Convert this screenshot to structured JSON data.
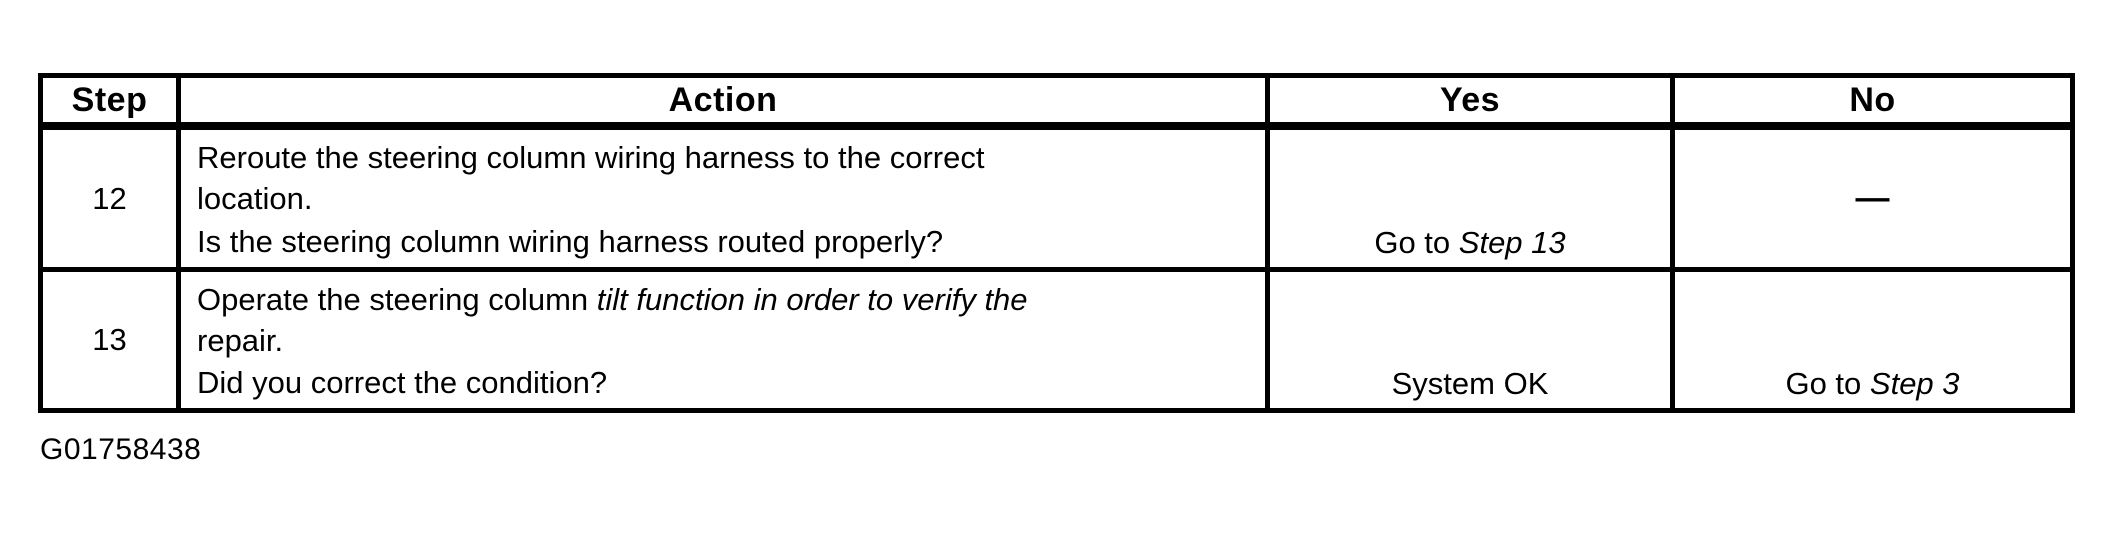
{
  "table": {
    "headers": [
      "Step",
      "Action",
      "Yes",
      "No"
    ],
    "rows": [
      {
        "step": "12",
        "action": {
          "paragraphs": [
            {
              "lines": [
                [
                  {
                    "t": "Reroute the steering column wiring harness to the correct",
                    "i": false
                  }
                ],
                [
                  {
                    "t": "location.",
                    "i": false
                  }
                ]
              ]
            },
            {
              "lines": [
                [
                  {
                    "t": "Is the steering column wiring harness routed properly?",
                    "i": false
                  }
                ]
              ]
            }
          ]
        },
        "yes": [
          {
            "t": "Go to ",
            "i": false
          },
          {
            "t": "Step 13",
            "i": true
          }
        ],
        "no": [
          {
            "t": "—",
            "i": false
          }
        ]
      },
      {
        "step": "13",
        "action": {
          "paragraphs": [
            {
              "lines": [
                [
                  {
                    "t": "Operate the steering column ",
                    "i": false
                  },
                  {
                    "t": "tilt function in order to verify the",
                    "i": true
                  }
                ],
                [
                  {
                    "t": "repair.",
                    "i": false
                  }
                ]
              ]
            },
            {
              "lines": [
                [
                  {
                    "t": "Did you correct the condition?",
                    "i": false
                  }
                ]
              ]
            }
          ]
        },
        "yes": [
          {
            "t": "System OK",
            "i": false
          }
        ],
        "no": [
          {
            "t": "Go to ",
            "i": false
          },
          {
            "t": "Step 3",
            "i": true
          }
        ]
      }
    ]
  },
  "footer": {
    "figure_code": "G01758438"
  }
}
